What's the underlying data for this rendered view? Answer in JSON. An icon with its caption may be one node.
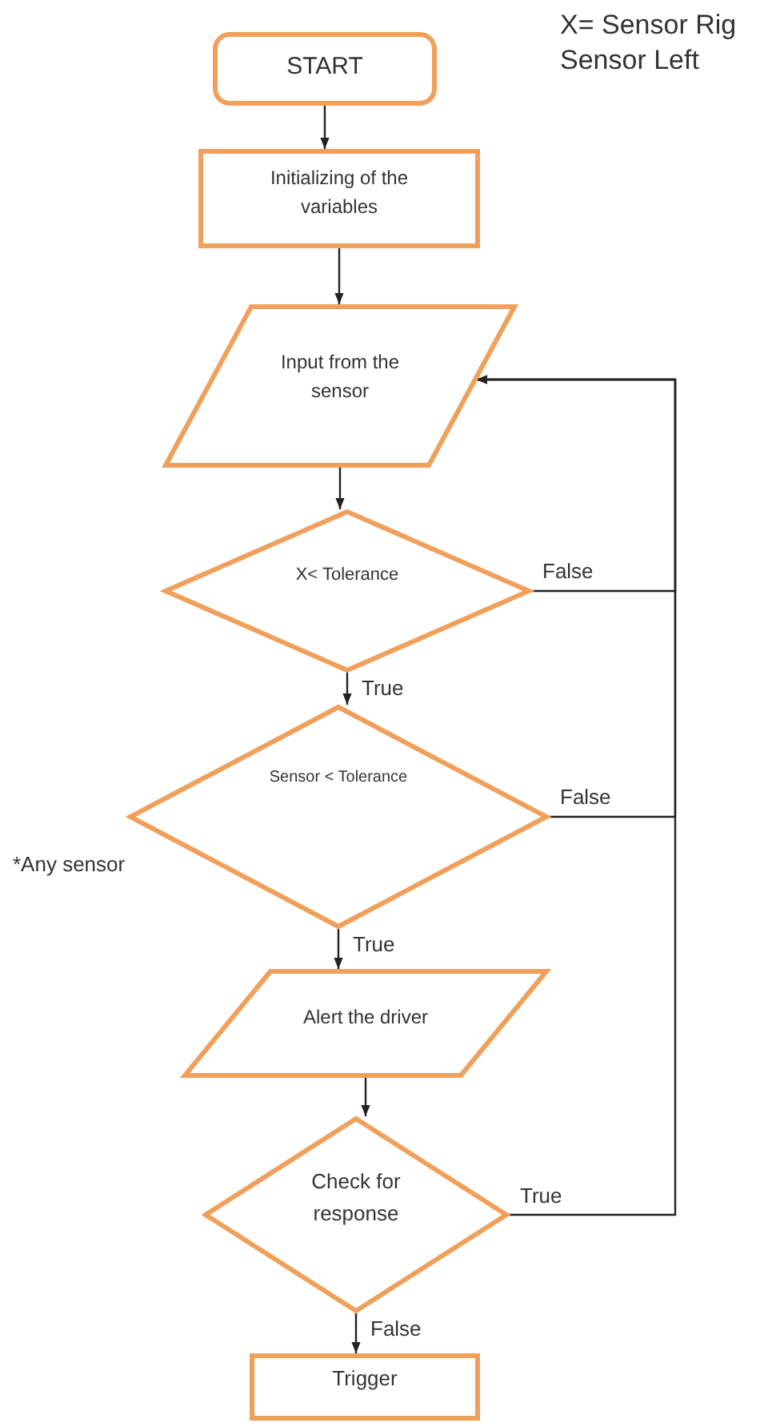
{
  "diagram": {
    "nodes": [
      {
        "text": [
          "START"
        ]
      },
      {
        "text": [
          "Initializing of the variables"
        ]
      },
      {
        "text": [
          "Input from the sensor"
        ]
      },
      {
        "text": [
          "X< Tolerance"
        ]
      },
      {
        "text": [
          "Sensor < Tolerance"
        ]
      },
      {
        "text": [
          "Alert the driver"
        ]
      },
      {
        "text": [
          "Check for response"
        ]
      },
      {
        "text": [
          "Trigger"
        ]
      }
    ],
    "edges": [
      {
        "from": 0,
        "to": 1,
        "arrow": "to"
      },
      {
        "from": 1,
        "to": 2,
        "arrow": "to"
      },
      {
        "from": 2,
        "to": 3,
        "arrow": "to"
      },
      {
        "from": 3,
        "to": 4,
        "arrow": "to",
        "label": "True"
      },
      {
        "from": 4,
        "to": 5,
        "arrow": "to",
        "label": "True"
      },
      {
        "from": 5,
        "to": 6,
        "arrow": "to"
      },
      {
        "from": 6,
        "to": 7,
        "arrow": "to",
        "label": "False"
      },
      {
        "from": 3,
        "to": 2,
        "arrow": "to",
        "label": "False"
      },
      {
        "from": 4,
        "to": 2,
        "arrow": "to",
        "label": "False"
      },
      {
        "from": 6,
        "to": 2,
        "arrow": "to",
        "label": "True"
      }
    ],
    "labels": [
      "X= Sensor Rig Sensor Left",
      "*Any sensor"
    ]
  }
}
